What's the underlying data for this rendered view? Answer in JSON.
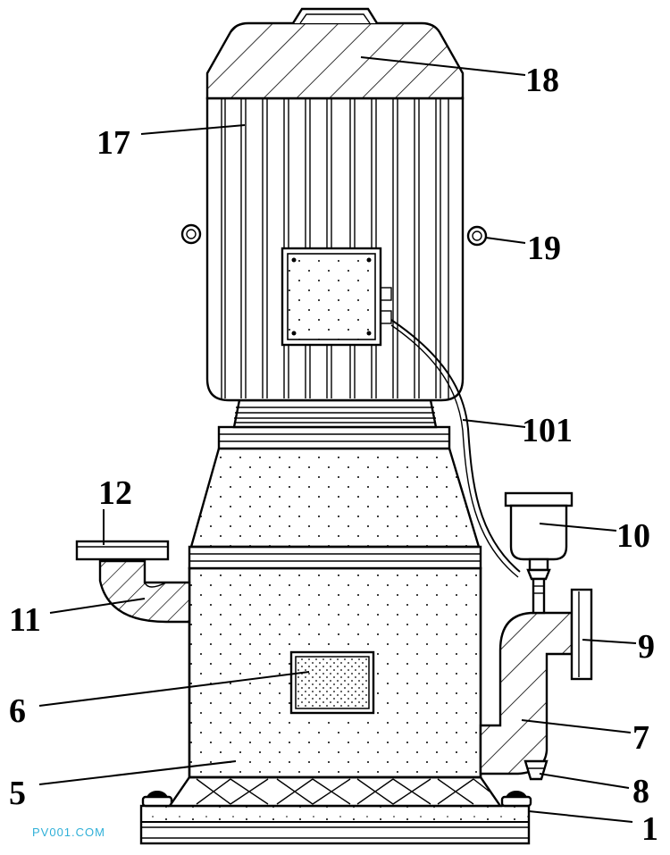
{
  "labels": {
    "l1": "1",
    "l5": "5",
    "l6": "6",
    "l7": "7",
    "l8": "8",
    "l9": "9",
    "l10": "10",
    "l11": "11",
    "l12": "12",
    "l17": "17",
    "l18": "18",
    "l19": "19",
    "l101": "101"
  },
  "watermark": "PV001.COM",
  "colors": {
    "ink": "#000000",
    "paper": "#ffffff",
    "watermark": "#30b0d8"
  }
}
